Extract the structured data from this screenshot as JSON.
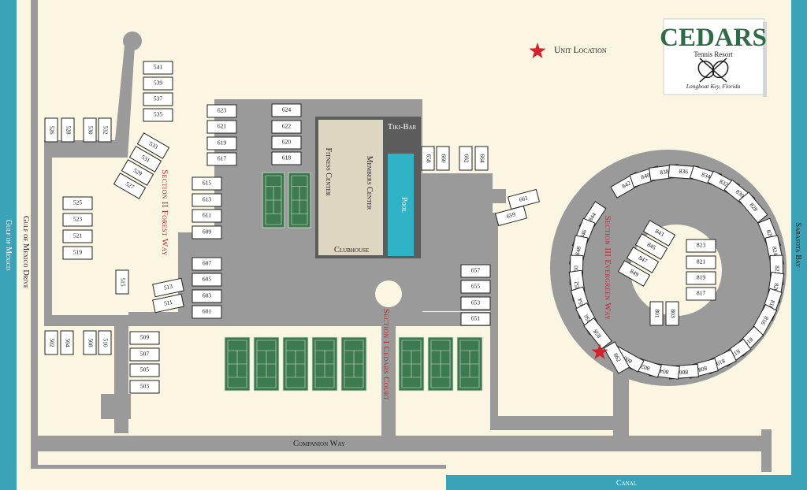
{
  "logo": {
    "title": "CEDARS",
    "subtitle": "Tennis Resort",
    "location": "Longboat Key, Florida"
  },
  "legend": {
    "unit_location_label": "Unit Location",
    "marker_color": "#d6202a"
  },
  "colors": {
    "water": "#3aa3b8",
    "ground": "#fbf6e2",
    "road": "#9a9a9a",
    "clubhouse": "#5c5c5c",
    "court": "#3d7a4f",
    "pool": "#2fb3c7",
    "label_red": "#c0282d"
  },
  "labels": {
    "gulf_of_mexico": "Gulf of Mexico",
    "gulf_of_mexico_drive": "Gulf of Mexico Drive",
    "sarasota_bay": "Sarasota Bay",
    "canal": "Canal",
    "companion_way": "Companion Way",
    "section_1": "Section I Cedars Court",
    "section_2": "Section II Forest Way",
    "section_3": "Section III Evergreen Way",
    "tiki_bar": "Tiki-Bar",
    "members_center": "Members Center",
    "fitness_center": "Fitness Center",
    "pool": "Pool",
    "clubhouse": "Clubhouse"
  },
  "units": [
    {
      "id": "541"
    },
    {
      "id": "539"
    },
    {
      "id": "537"
    },
    {
      "id": "535"
    },
    {
      "id": "526"
    },
    {
      "id": "528"
    },
    {
      "id": "530"
    },
    {
      "id": "532"
    },
    {
      "id": "533"
    },
    {
      "id": "531"
    },
    {
      "id": "529"
    },
    {
      "id": "527"
    },
    {
      "id": "525"
    },
    {
      "id": "523"
    },
    {
      "id": "521"
    },
    {
      "id": "519"
    },
    {
      "id": "515"
    },
    {
      "id": "513"
    },
    {
      "id": "511"
    },
    {
      "id": "502"
    },
    {
      "id": "504"
    },
    {
      "id": "508"
    },
    {
      "id": "510"
    },
    {
      "id": "509"
    },
    {
      "id": "507"
    },
    {
      "id": "505"
    },
    {
      "id": "503"
    },
    {
      "id": "623"
    },
    {
      "id": "621"
    },
    {
      "id": "619"
    },
    {
      "id": "617"
    },
    {
      "id": "615"
    },
    {
      "id": "613"
    },
    {
      "id": "611"
    },
    {
      "id": "609"
    },
    {
      "id": "607"
    },
    {
      "id": "605"
    },
    {
      "id": "603"
    },
    {
      "id": "601"
    },
    {
      "id": "624"
    },
    {
      "id": "622"
    },
    {
      "id": "620"
    },
    {
      "id": "618"
    },
    {
      "id": "658"
    },
    {
      "id": "660"
    },
    {
      "id": "662"
    },
    {
      "id": "664"
    },
    {
      "id": "661"
    },
    {
      "id": "659"
    },
    {
      "id": "657"
    },
    {
      "id": "655"
    },
    {
      "id": "653"
    },
    {
      "id": "651"
    },
    {
      "id": "842"
    },
    {
      "id": "840"
    },
    {
      "id": "838"
    },
    {
      "id": "836"
    },
    {
      "id": "834"
    },
    {
      "id": "832"
    },
    {
      "id": "830"
    },
    {
      "id": "828"
    },
    {
      "id": "844"
    },
    {
      "id": "846"
    },
    {
      "id": "848"
    },
    {
      "id": "850"
    },
    {
      "id": "852"
    },
    {
      "id": "854"
    },
    {
      "id": "856"
    },
    {
      "id": "858"
    },
    {
      "id": "826"
    },
    {
      "id": "824"
    },
    {
      "id": "822"
    },
    {
      "id": "820"
    },
    {
      "id": "818"
    },
    {
      "id": "816"
    },
    {
      "id": "814"
    },
    {
      "id": "812"
    },
    {
      "id": "810"
    },
    {
      "id": "808"
    },
    {
      "id": "806"
    },
    {
      "id": "804"
    },
    {
      "id": "802"
    },
    {
      "id": "800"
    },
    {
      "id": "862"
    },
    {
      "id": "843"
    },
    {
      "id": "845"
    },
    {
      "id": "847"
    },
    {
      "id": "849"
    },
    {
      "id": "823"
    },
    {
      "id": "821"
    },
    {
      "id": "819"
    },
    {
      "id": "817"
    },
    {
      "id": "801"
    },
    {
      "id": "803"
    }
  ]
}
